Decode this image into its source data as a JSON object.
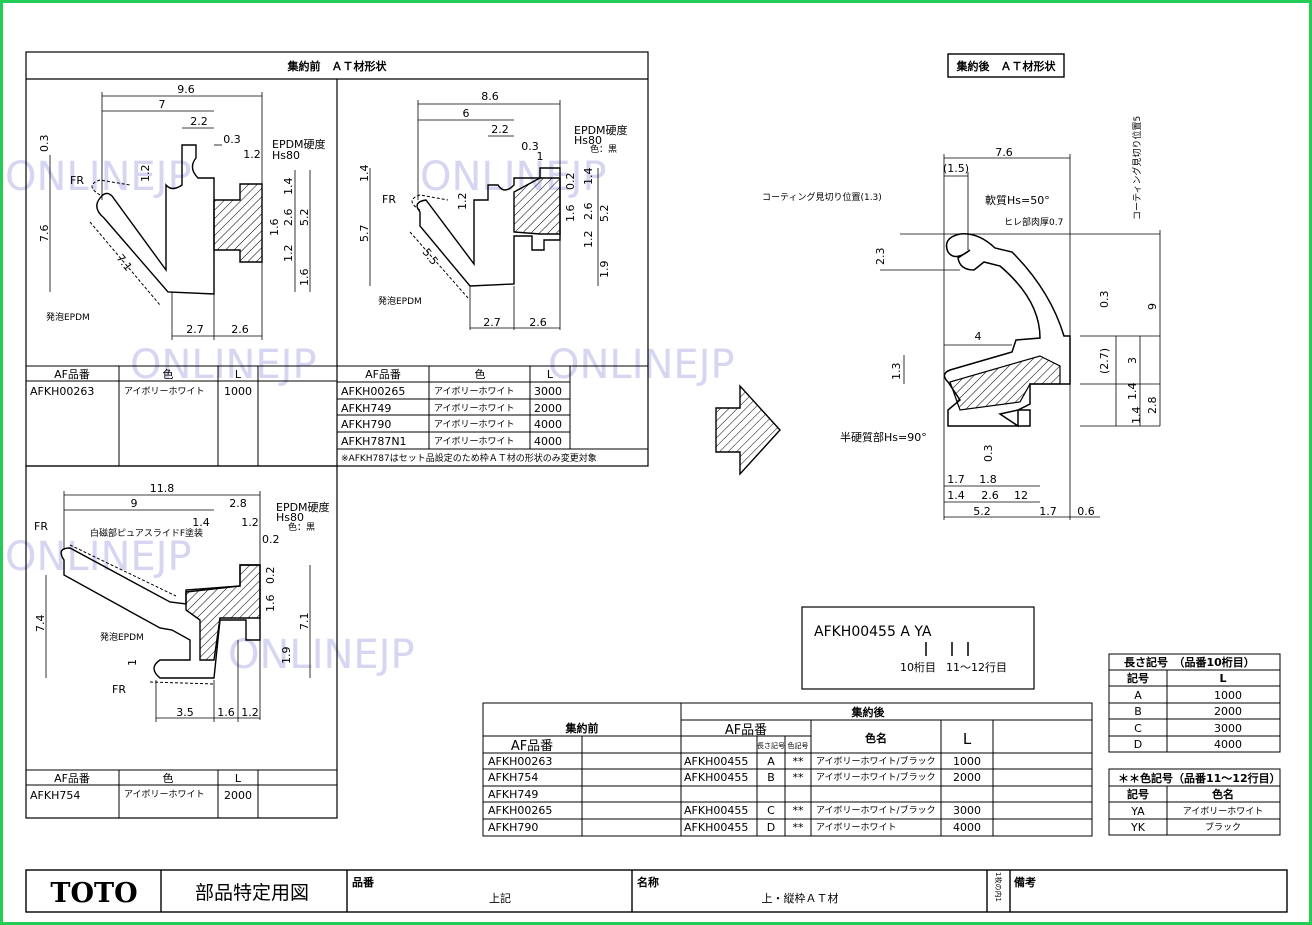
{
  "watermark": "ONLINEJP",
  "before": {
    "title": "集約前　ＡＴ材形状",
    "panel1": {
      "dims": {
        "d96": "9.6",
        "d7": "7",
        "d22": "2.2",
        "d03": "0.3",
        "d12": "1.2",
        "d12b": "1.2",
        "d14": "1.4",
        "d16": "1.6",
        "d26": "2.6",
        "d52": "5.2",
        "d12c": "1.2",
        "d16b": "1.6",
        "d76": "7.6",
        "d71": "7.1",
        "d27": "2.7",
        "d26b": "2.6",
        "d03left": "0.3"
      },
      "labels": {
        "epdm": "EPDM硬度",
        "hs": "Hs80",
        "fr": "FR",
        "foam": "発泡EPDM"
      },
      "table": {
        "h_af": "AF品番",
        "h_color": "色",
        "h_l": "L",
        "rows": [
          {
            "af": "AFKH00263",
            "color": "アイボリーホワイト",
            "l": "1000"
          }
        ]
      }
    },
    "panel2": {
      "dims": {
        "d86": "8.6",
        "d6": "6",
        "d22": "2.2",
        "d03": "0.3",
        "d1": "1",
        "d14": "1.4",
        "d02": "0.2",
        "d14b": "1.4",
        "d16": "1.6",
        "d26": "2.6",
        "d52": "5.2",
        "d12": "1.2",
        "d12b": "1.2",
        "d19": "1.9",
        "d57": "5.7",
        "d55": "5.5",
        "d27": "2.7",
        "d26b": "2.6"
      },
      "labels": {
        "epdm": "EPDM硬度",
        "hs": "Hs80",
        "color": "色：黒",
        "fr": "FR",
        "foam": "発泡EPDM"
      },
      "table": {
        "h_af": "AF品番",
        "h_color": "色",
        "h_l": "L",
        "rows": [
          {
            "af": "AFKH00265",
            "color": "アイボリーホワイト",
            "l": "3000"
          },
          {
            "af": "AFKH749",
            "color": "アイボリーホワイト",
            "l": "2000"
          },
          {
            "af": "AFKH790",
            "color": "アイボリーホワイト",
            "l": "4000"
          },
          {
            "af": "AFKH787N1",
            "color": "アイボリーホワイト",
            "l": "4000"
          }
        ],
        "note": "※AFKH787はセット品設定のため枠ＡＴ材の形状のみ変更対象"
      }
    },
    "panel3": {
      "dims": {
        "d118": "11.8",
        "d9": "9",
        "d28": "2.8",
        "d14": "1.4",
        "d12": "1.2",
        "d02": "0.2",
        "d02b": "0.2",
        "d16": "1.6",
        "d71": "7.1",
        "d19": "1.9",
        "d74": "7.4",
        "d1": "1",
        "d35": "3.5",
        "d16b": "1.6",
        "d12b": "1.2"
      },
      "labels": {
        "epdm": "EPDM硬度",
        "hs": "Hs80",
        "color": "色：黒",
        "fr": "FR",
        "fr2": "FR",
        "tape": "白磁部ピュアスライドF塗装",
        "foam": "発泡EPDM"
      },
      "table": {
        "h_af": "AF品番",
        "h_color": "色",
        "h_l": "L",
        "rows": [
          {
            "af": "AFKH754",
            "color": "アイボリーホワイト",
            "l": "2000"
          }
        ]
      }
    }
  },
  "after": {
    "title": "集約後　ＡＴ材形状",
    "dims": {
      "d76": "7.6",
      "d15": "(1.5)",
      "coat": "コーティング見切り位置(1.3)",
      "soft": "軟質Hs=50°",
      "fin": "ヒレ部肉厚0.7",
      "coat_v": "コーティング見切り位置5",
      "d23": "2.3",
      "d9": "9",
      "d03": "0.3",
      "d4": "4",
      "d13": "1.3",
      "d27": "(2.7)",
      "d3": "3",
      "d14": "1.4",
      "d14b": "1.4",
      "d28": "2.8",
      "semi": "半硬質部Hs=90°",
      "d03b": "0.3",
      "d17": "1.7",
      "d18": "1.8",
      "d14c": "1.4",
      "d26": "2.6",
      "d12": "12",
      "d52": "5.2",
      "d17b": "1.7",
      "d06": "0.6"
    }
  },
  "code": {
    "text": "AFKH00455 A YA",
    "digit10": "10桁目",
    "digit11": "11～12行目"
  },
  "length_table": {
    "title": "長さ記号　（品番10桁目）",
    "h_code": "記号",
    "h_l": "L",
    "rows": [
      {
        "code": "A",
        "l": "1000"
      },
      {
        "code": "B",
        "l": "2000"
      },
      {
        "code": "C",
        "l": "3000"
      },
      {
        "code": "D",
        "l": "4000"
      }
    ]
  },
  "color_table": {
    "title": "＊＊色記号（品番11～12行目）",
    "h_code": "記号",
    "h_name": "色名",
    "rows": [
      {
        "code": "YA",
        "name": "アイボリーホワイト"
      },
      {
        "code": "YK",
        "name": "ブラック"
      }
    ]
  },
  "main_table": {
    "h_before": "集約前",
    "h_after": "集約後",
    "h_af": "AF品番",
    "h_af2": "AF品番",
    "h_len": "長さ記号",
    "h_col": "色記号",
    "h_name": "色名",
    "h_l": "L",
    "rows": [
      {
        "before": "AFKH00263",
        "after": "AFKH00455",
        "len": "A",
        "col": "**",
        "name": "アイボリーホワイト/ブラック",
        "l": "1000"
      },
      {
        "before": "AFKH754",
        "after": "AFKH00455",
        "len": "B",
        "col": "**",
        "name": "アイボリーホワイト/ブラック",
        "l": "2000"
      },
      {
        "before": "AFKH749",
        "after": "",
        "len": "",
        "col": "",
        "name": "",
        "l": ""
      },
      {
        "before": "AFKH00265",
        "after": "AFKH00455",
        "len": "C",
        "col": "**",
        "name": "アイボリーホワイト/ブラック",
        "l": "3000"
      },
      {
        "before": "AFKH790",
        "after": "AFKH00455",
        "len": "D",
        "col": "**",
        "name": "アイボリーホワイト",
        "l": "4000"
      }
    ]
  },
  "title_block": {
    "brand": "TOTO",
    "doc": "部品特定用図",
    "h_part": "品番",
    "part": "上記",
    "h_name": "名称",
    "name": "上・縦枠ＡＴ材",
    "sheet": "1枚の内1",
    "h_remarks": "備考"
  }
}
